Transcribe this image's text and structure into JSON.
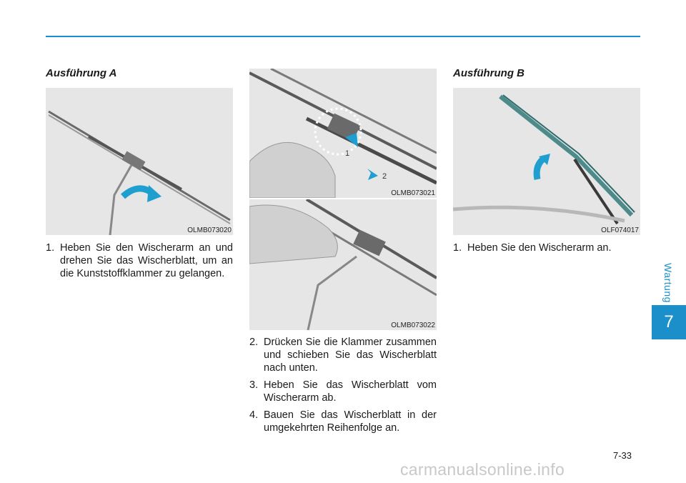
{
  "side_label": "Wartung",
  "chapter": "7",
  "page_number": "7-33",
  "watermark": "carmanualsonline.info",
  "col1": {
    "heading": "Ausführung A",
    "figure_code": "OLMB073020",
    "steps": [
      {
        "num": "1.",
        "text": "Heben Sie den Wischerarm an und drehen Sie das Wischerblatt, um an die Kunststoffklammer zu gelangen."
      }
    ]
  },
  "col2": {
    "figure_top_code": "OLMB073021",
    "figure_top_marker1": "1",
    "figure_top_marker2": "2",
    "figure_bottom_code": "OLMB073022",
    "steps": [
      {
        "num": "2.",
        "text": "Drücken Sie die Klammer zusammen und schieben Sie das Wischerblatt nach unten."
      },
      {
        "num": "3.",
        "text": "Heben Sie das Wischerblatt vom Wischerarm ab."
      },
      {
        "num": "4.",
        "text": "Bauen Sie das Wischerblatt in der umgekehrten Reihenfolge an."
      }
    ]
  },
  "col3": {
    "heading": "Ausführung B",
    "figure_code": "OLF074017",
    "steps": [
      {
        "num": "1.",
        "text": "Heben Sie den Wischerarm an."
      }
    ]
  },
  "colors": {
    "accent": "#1a8fc9",
    "arrow": "#1f9fd0",
    "figure_bg": "#e6e6e6"
  }
}
